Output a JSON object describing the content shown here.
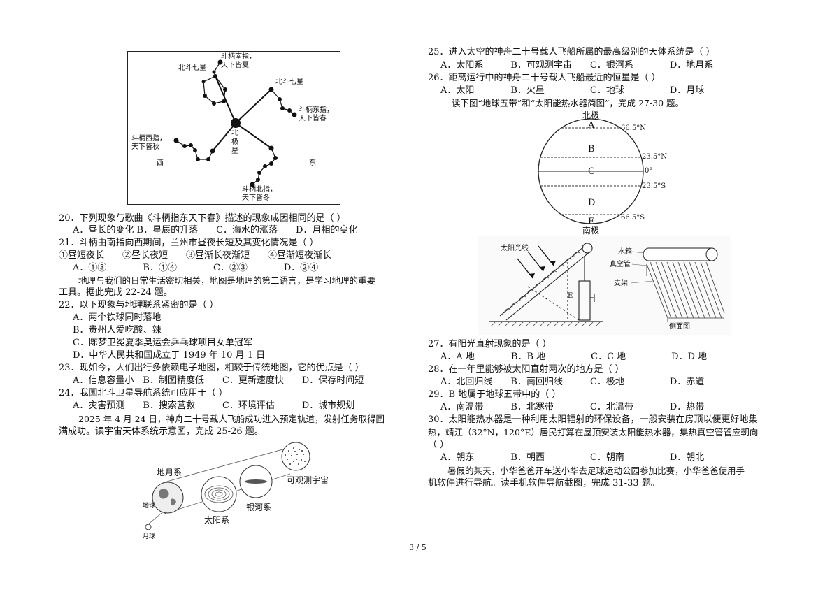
{
  "fig_dipper": {
    "north_star": "北\n极\n星",
    "ladle_south_a": "斗柄南指，",
    "ladle_south_b": "天下皆夏",
    "dipper_label_1": "北斗七星",
    "dipper_label_2": "北斗七星",
    "ladle_east_a": "斗柄东指，",
    "ladle_east_b": "天下皆春",
    "ladle_west_a": "斗柄西指，",
    "ladle_west_b": "天下皆秋",
    "ladle_north_a": "斗柄北指，",
    "ladle_north_b": "天下皆冬",
    "west": "西",
    "east": "东"
  },
  "left": {
    "q20": "20．下列现象与歌曲《斗柄指东天下春》描述的现象成因相同的是（ ）",
    "q20_opts": "A．昼长的变化 B．星辰的升落　　C．海水的涨落　　D．月相的变化",
    "q21": "21．斗柄由南指向西期间，兰州市昼夜长短及其变化情况是（ ）",
    "q21_items": "①昼短夜长　　②昼长夜短　　③昼渐长夜渐短　　④昼渐短夜渐长",
    "q21_opts": "A．①③　　　　B．①④　　　　C．②③　　　　D．②④",
    "intro_22a": "地理与我们的日常生活密切相关，地图是地理的第二语言，是学习地理的重要",
    "intro_22b": "工具。据此完成 22-24 题。",
    "q22": "22．以下现象与地理联系紧密的是（ ）",
    "q22_a": "A．两个铁球同时落地",
    "q22_b": "B．贵州人爱吃酸、辣",
    "q22_c": "C．陈梦卫冕夏季奥运会乒乓球项目女单冠军",
    "q22_d": "D．中华人民共和国成立于 1949 年 10 月 1 日",
    "q23": "23．现如今，人们出行多依赖电子地图，相较于传统地图，它的优点是（ ）",
    "q23_opts": "A．信息容量小　B．制图精度低　　C．更新速度快　　D．保存时间短",
    "q24": "24．我国北斗卫星导航系统可应用于（ ）",
    "q24_opts": "A．灾害预测　　B．搜索营救　　　C．环境评估　　　D．城市规划",
    "intro_25a": "2025 年 4 月 24 日，神舟二十号载人飞船成功进入预定轨道，发射任务取得圆",
    "intro_25b": "满成功。读宇宙天体系统示意图，完成 25-26 题。"
  },
  "fig_universe": {
    "earth_moon": "地月系",
    "earth": "地球",
    "moon": "月球",
    "solar": "太阳系",
    "galaxy": "银河系",
    "observable": "可观测宇宙"
  },
  "right": {
    "q25": "25．进入太空的神舟二十号载人飞船所属的最高级别的天体系统是（ ）",
    "q25_opts": "A．太阳系　　　B．可观测宇宙　　C．银河系　　　　D．地月系",
    "q26": "26．距离运行中的神舟二十号载人飞船最近的恒星是（ ）",
    "q26_opts": "A．太阳　　　　B．火星　　　　　C．地球　　　　　D．月球",
    "intro_27": "读下图“地球五带”和“太阳能热水器简图”，完成 27-30 题。",
    "q27": "27．有阳光直射现象的是（ ）",
    "q27_opts": "A．A 地　　　　B．B 地　　　　　C．C 地　　　　　D．D 地",
    "q28": "28．在一年里能够被太阳直射两次的地方是（ ）",
    "q28_opts": "A．北回归线　　B．南回归线　　　C．极地　　　　　D．赤道",
    "q29": "29．B 地属于地球五带中的（ ）",
    "q29_opts": "A．南温带　　　B．北寒带　　　　C．北温带　　　　D．热带",
    "q30a": "30．太阳能热水器是一种利用太阳辐射的环保设备，一般安装在房顶以便更好地集",
    "q30b": "热，靖江（32°N，120°E）居民打算在屋顶安装太阳能热水器，集热真空管管应朝向",
    "q30c": "（ ）",
    "q30_opts": "A．朝东　　　　B．朝西　　　　　C．朝南　　　　　D．朝北",
    "intro_31a": "暑假的某天，小华爸爸开车送小华去足球运动公园参加比赛，小华爸爸使用手",
    "intro_31b": "机软件进行导航。读手机软件导航截图，完成 31-33 题。"
  },
  "fig_zones": {
    "north_pole": "北极",
    "south_pole": "南极",
    "A": "A",
    "B": "B",
    "C": "C",
    "D": "D",
    "E": "E",
    "lat_665n": "66.5°N",
    "lat_235n": "23.5°N",
    "lat_0": "0°",
    "lat_235s": "23.5°S",
    "lat_665s": "66.5°S"
  },
  "fig_heater": {
    "sunlight": "太阳光线",
    "e_label": "E",
    "tank": "水箱",
    "tube": "真空管",
    "stand": "支架",
    "side_view": "侧面图"
  },
  "footer": {
    "page": "3 / 5"
  }
}
